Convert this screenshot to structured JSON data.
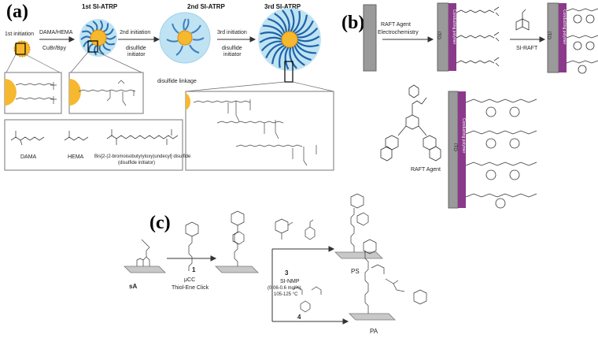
{
  "panel_a": {
    "label": "(a)",
    "stages": [
      "1st SI-ATRP",
      "2nd SI-ATRP",
      "3rd SI-ATRP"
    ],
    "steps": {
      "first": "1st initiation",
      "reagents": "DAMA/HEMA",
      "catalyst": "CuBr/Bpy",
      "second": "2nd initiation",
      "third": "3rd initiation",
      "initiator_line1": "disulfide",
      "initiator_line2": "initiator"
    },
    "disulfide_linkage": "disulfide linkage",
    "legend": {
      "dama": "DAMA",
      "hema": "HEMA",
      "bis_line1": "Bis[2-(2-bromoisobutyryloxy)undecyl] disulfide",
      "bis_line2": "(disulfide initiator)"
    }
  },
  "panel_b": {
    "label": "(b)",
    "ito": "ITO",
    "conductive_polymer": "Conducting polymer",
    "raft_agent_step": "RAFT Agent",
    "electrochemistry": "Electrochemistry",
    "si_raft": "SI-RAFT",
    "raft_agent": "RAFT Agent"
  },
  "panel_c": {
    "label": "(c)",
    "sa": "sA",
    "compound1": "1",
    "ucc": "μCC",
    "thiol_ene": "Thiol-Ene Click",
    "compound3": "3",
    "si_nmp": "SI-NMP",
    "conditions1": "(0.06-0.6 mol%)",
    "conditions2": "105-125 °C",
    "compound4": "4",
    "ps": "PS",
    "pa": "PA"
  },
  "colors": {
    "core": "#f5b82e",
    "brush": "#2a6fb0",
    "halo": "#bfe3f3",
    "ito": "#9a9a9a",
    "conductive": "#8b3a8b"
  }
}
